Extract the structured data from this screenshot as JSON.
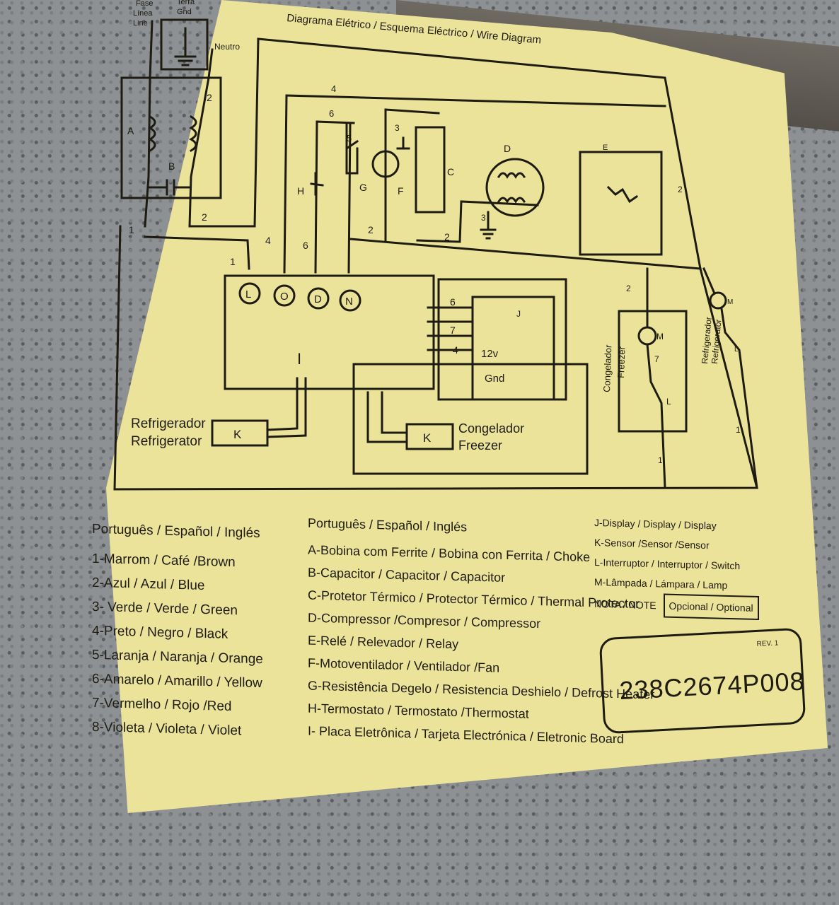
{
  "labels": {
    "title": "Diagrama Elétrico / Esquema Eléctrico / Wire Diagram",
    "fase": "Fase",
    "linea": "Línea",
    "line": "Line",
    "terra": "Terra",
    "gnd": "Gnd",
    "neutro": "Neutro",
    "A": "A",
    "B": "B",
    "C": "C",
    "D": "D",
    "E": "E",
    "F": "F",
    "G": "G",
    "H": "H",
    "I": "I",
    "J": "J",
    "K": "K",
    "L": "L",
    "M": "M",
    "w1": "1",
    "w2": "2",
    "w3": "3",
    "w4": "4",
    "w5": "5",
    "w6": "6",
    "w7": "7",
    "term_L": "L",
    "term_O": "O",
    "term_D": "D",
    "term_N": "N",
    "v12": "12v",
    "refrigerador": "Refrigerador",
    "refrigerator": "Refrigerator",
    "congelador": "Congelador",
    "freezer": "Freezer"
  },
  "legend": {
    "col1_header": "Português / Español / Inglés",
    "col1": [
      "1-Marrom / Café /Brown",
      "2-Azul / Azul / Blue",
      "3- Verde / Verde / Green",
      "4-Preto / Negro / Black",
      "5-Laranja / Naranja / Orange",
      "6-Amarelo / Amarillo / Yellow",
      "7-Vermelho / Rojo /Red",
      "8-Violeta / Violeta / Violet"
    ],
    "col2_header": "Português / Español / Inglés",
    "col2": [
      "A-Bobina com Ferrite / Bobina con Ferrita / Choke",
      "B-Capacitor / Capacitor / Capacitor",
      "C-Protetor Térmico / Protector Térmico / Thermal Protector",
      "D-Compressor /Compresor / Compressor",
      "E-Relé / Relevador / Relay",
      "F-Motoventilador / Ventilador /Fan",
      "G-Resistência Degelo / Resistencia Deshielo / Defrost Heater",
      "H-Termostato / Termostato /Thermostat",
      "I- Placa Eletrônica / Tarjeta Electrónica / Eletronic Board"
    ],
    "col3": [
      "J-Display / Display / Display",
      "K-Sensor /Sensor /Sensor",
      "L-Interruptor / Interruptor / Switch",
      "M-Lâmpada / Lámpara / Lamp"
    ],
    "note_label": "NOTA / NOTE",
    "note_value": "Opcional / Optional"
  },
  "part": {
    "rev": "REV. 1",
    "number": "238C2674P008"
  }
}
